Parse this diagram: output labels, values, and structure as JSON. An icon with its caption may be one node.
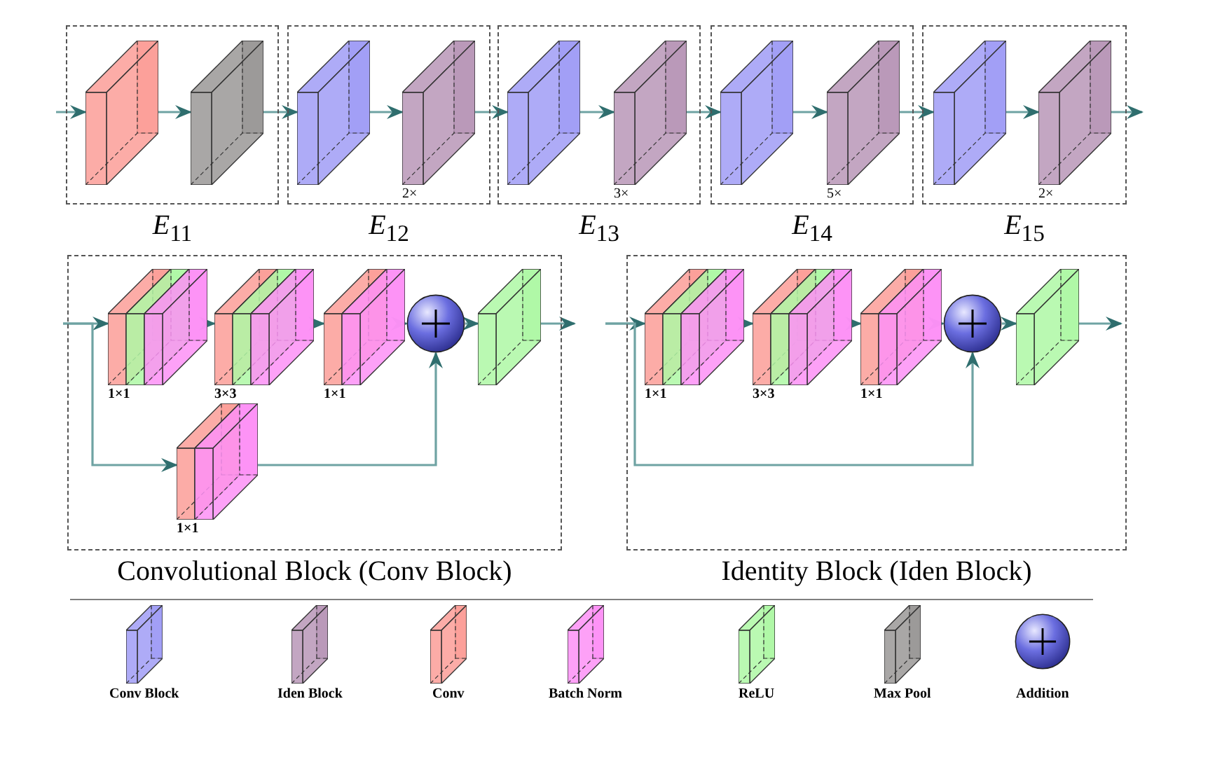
{
  "diagram": {
    "nodes": [
      {
        "text": [
          "*E*$_{11}$"
        ]
      },
      {
        "text": [],
        "shape": "box",
        "in": 0
      },
      {
        "text": [],
        "shape": "box",
        "in": 0
      },
      {
        "text": [
          "*E*$_{12}$"
        ]
      },
      {
        "text": [],
        "shape": "box",
        "in": 3
      },
      {
        "text": [],
        "shape": "box",
        "in": 3,
        "beside": [
          "2×"
        ]
      },
      {
        "text": [
          "*E*$_{13}$"
        ]
      },
      {
        "text": [],
        "shape": "box",
        "in": 6
      },
      {
        "text": [],
        "shape": "box",
        "in": 6,
        "beside": [
          "3×"
        ]
      },
      {
        "text": [
          "*E*$_{14}$"
        ]
      },
      {
        "text": [],
        "shape": "box",
        "in": 9
      },
      {
        "text": [],
        "shape": "box",
        "in": 9,
        "beside": [
          "5×"
        ]
      },
      {
        "text": [
          "*E*$_{15}$"
        ]
      },
      {
        "text": [],
        "shape": "box",
        "in": 12
      },
      {
        "text": [],
        "shape": "box",
        "in": 12,
        "beside": [
          "2×"
        ]
      },
      {
        "text": [
          "Convolutional Block (Conv Block)"
        ]
      },
      {
        "text": [],
        "shape": "box",
        "in": 15,
        "beside": [
          "1×1"
        ]
      },
      {
        "text": [],
        "shape": "box",
        "in": 15,
        "beside": [
          "3×3"
        ]
      },
      {
        "text": [],
        "shape": "box",
        "in": 15,
        "beside": [
          "1×1"
        ]
      },
      {
        "text": [],
        "shape": "circle",
        "in": 15
      },
      {
        "text": [],
        "shape": "box",
        "in": 15
      },
      {
        "text": [],
        "shape": "box",
        "in": 15,
        "beside": [
          "1×1"
        ]
      },
      {
        "text": [
          "Identity Block (Iden Block)"
        ]
      },
      {
        "text": [],
        "shape": "box",
        "in": 22,
        "beside": [
          "1×1"
        ]
      },
      {
        "text": [],
        "shape": "box",
        "in": 22,
        "beside": [
          "3×3"
        ]
      },
      {
        "text": [],
        "shape": "box",
        "in": 22,
        "beside": [
          "1×1"
        ]
      },
      {
        "text": [],
        "shape": "circle",
        "in": 22
      },
      {
        "text": [],
        "shape": "box",
        "in": 22
      }
    ],
    "edges": [
      {
        "from": null,
        "to": 1,
        "arrow": "to"
      },
      {
        "from": 1,
        "to": 2,
        "arrow": "to"
      },
      {
        "from": 2,
        "to": 4,
        "arrow": "to"
      },
      {
        "from": 4,
        "to": 5,
        "arrow": "to"
      },
      {
        "from": 5,
        "to": 7,
        "arrow": "to"
      },
      {
        "from": 7,
        "to": 8,
        "arrow": "to"
      },
      {
        "from": 8,
        "to": 10,
        "arrow": "to"
      },
      {
        "from": 10,
        "to": 11,
        "arrow": "to"
      },
      {
        "from": 11,
        "to": 13,
        "arrow": "to"
      },
      {
        "from": 13,
        "to": 14,
        "arrow": "to"
      },
      {
        "from": 14,
        "to": null,
        "arrow": "to"
      },
      {
        "from": null,
        "to": 16,
        "arrow": "to"
      },
      {
        "from": 16,
        "to": 17,
        "arrow": "to"
      },
      {
        "from": 17,
        "to": 18,
        "arrow": "to"
      },
      {
        "from": 18,
        "to": 19,
        "arrow": "to"
      },
      {
        "from": 19,
        "to": 20,
        "arrow": "to"
      },
      {
        "from": 20,
        "to": null,
        "arrow": "to"
      },
      {
        "from": null,
        "to": 21,
        "arrow": "to"
      },
      {
        "from": 21,
        "to": 19,
        "arrow": "to"
      },
      {
        "from": null,
        "to": 23,
        "arrow": "to"
      },
      {
        "from": 23,
        "to": 24,
        "arrow": "to"
      },
      {
        "from": 24,
        "to": 25,
        "arrow": "to"
      },
      {
        "from": 25,
        "to": 26,
        "arrow": "to"
      },
      {
        "from": 26,
        "to": 27,
        "arrow": "to"
      },
      {
        "from": 27,
        "to": null,
        "arrow": "to"
      },
      {
        "from": null,
        "to": 26,
        "arrow": "to"
      }
    ],
    "legend": [
      {
        "text": "Conv Block",
        "color": "#a09cf6"
      },
      {
        "text": "Iden Block",
        "color": "#b897b7"
      },
      {
        "text": "Conv",
        "color": "#fc9e98"
      },
      {
        "text": "Batch Norm",
        "color": "#fd90f6"
      },
      {
        "text": "ReLU",
        "color": "#aef8a5"
      },
      {
        "text": "Max Pool",
        "color": "#9a9897"
      },
      {
        "text": "Addition"
      }
    ]
  }
}
